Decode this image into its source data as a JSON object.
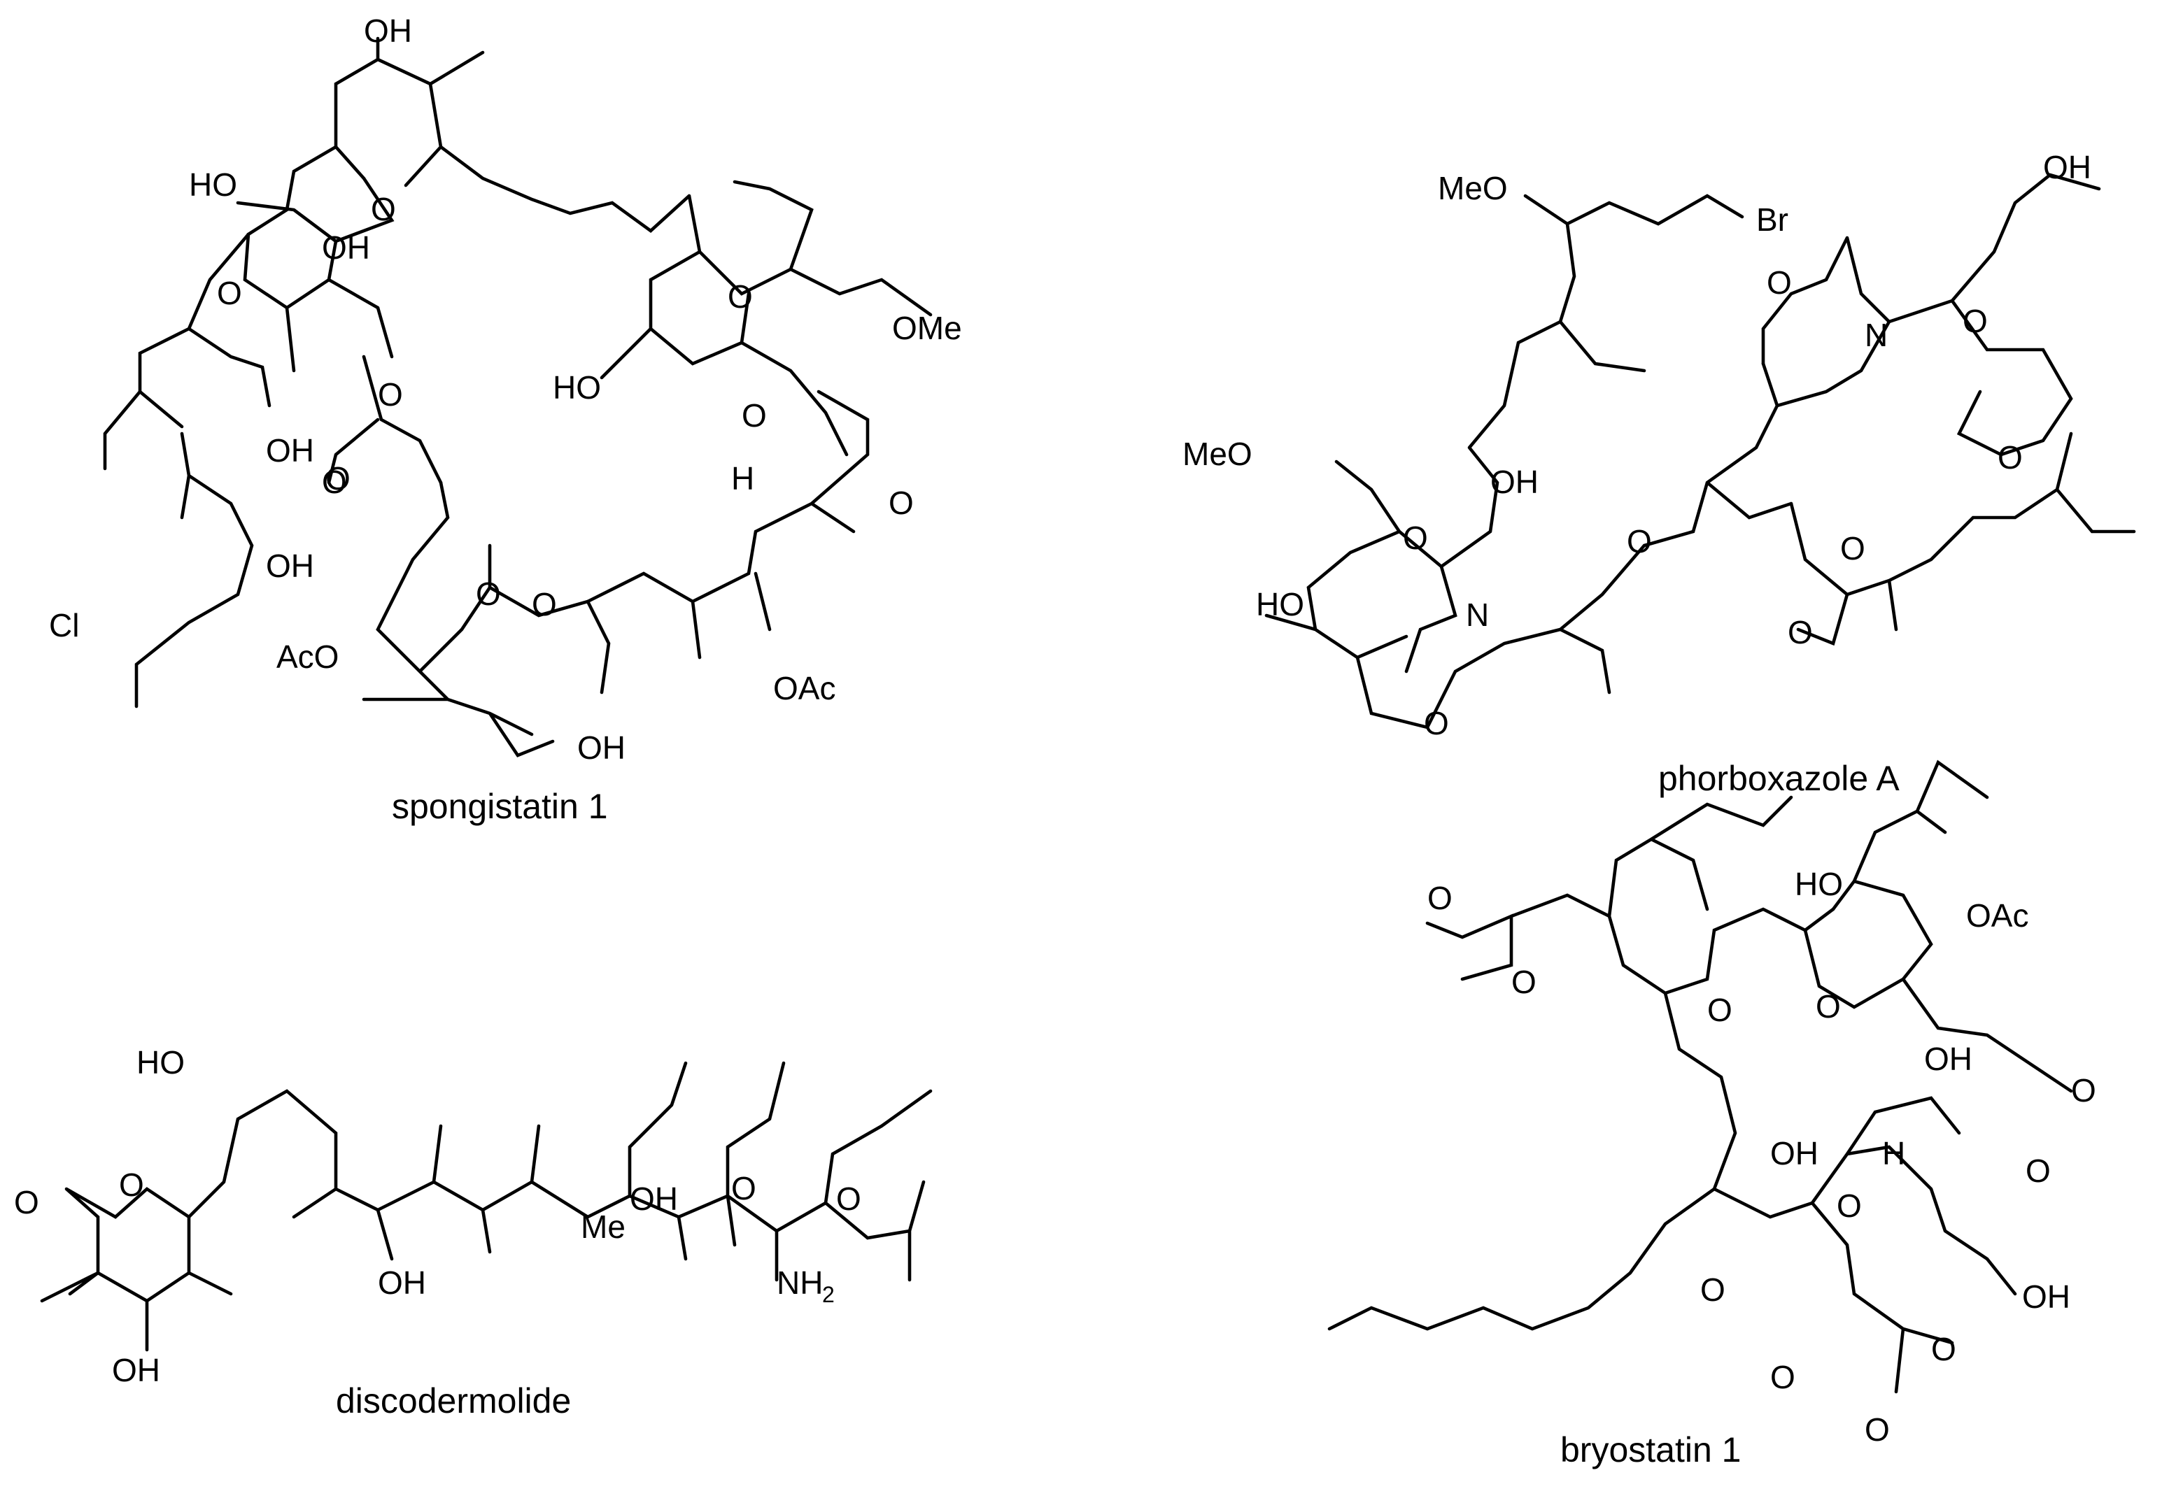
{
  "molecules": [
    {
      "name": "spongistatin 1",
      "atom_labels": [
        "OH",
        "HO",
        "O",
        "OH",
        "O",
        "O",
        "OH",
        "O",
        "Cl",
        "OH",
        "O",
        "O",
        "HO",
        "O",
        "OMe",
        "O",
        "H",
        "O",
        "AcO",
        "O",
        "OH",
        "OAc"
      ]
    },
    {
      "name": "phorboxazole A",
      "atom_labels": [
        "MeO",
        "Br",
        "OH",
        "O",
        "N",
        "O",
        "MeO",
        "OH",
        "O",
        "O",
        "HO",
        "N",
        "O",
        "O",
        "O",
        "O"
      ]
    },
    {
      "name": "discodermolide",
      "atom_labels": [
        "HO",
        "O",
        "O",
        "OH",
        "OH",
        "Me",
        "OH",
        "O",
        "O",
        "NH",
        "2"
      ]
    },
    {
      "name": "bryostatin 1",
      "atom_labels": [
        "O",
        "O",
        "O",
        "HO",
        "O",
        "OAc",
        "OH",
        "O",
        "OH",
        "O",
        "H",
        "O",
        "OH",
        "O",
        "O",
        "O",
        "O"
      ]
    }
  ]
}
